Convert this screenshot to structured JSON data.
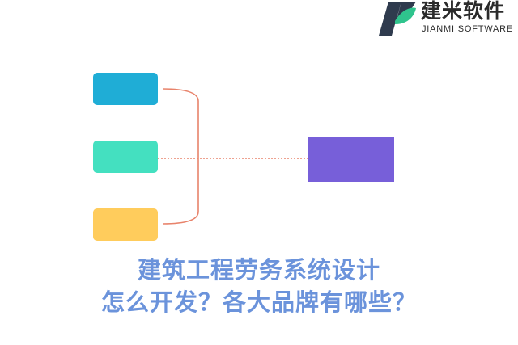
{
  "brand": {
    "name_cn": "建米软件",
    "name_en": "JIANMI SOFTWARE",
    "colors": {
      "mark_dark": "#2f3b4e",
      "mark_green": "#2fc48d"
    }
  },
  "diagram": {
    "left_boxes": [
      {
        "color": "#1fadd6"
      },
      {
        "color": "#44e0c0"
      },
      {
        "color": "#ffcc5c"
      }
    ],
    "target_box": {
      "color": "#775fd9"
    },
    "connector_color": "#e8836b"
  },
  "title": {
    "line1": "建筑工程劳务系统设计",
    "line2": "怎么开发？各大品牌有哪些？",
    "color": "#6b93db"
  }
}
